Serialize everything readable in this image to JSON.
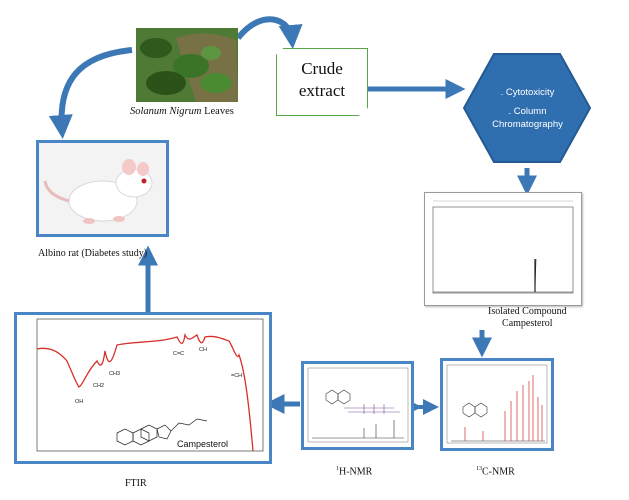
{
  "labels": {
    "leaves_italic": "Solanum Nigrum",
    "leaves_rest": " Leaves",
    "crude_line1": "Crude",
    "crude_line2": "extract",
    "hex_line1": ". Cytotoxicity",
    "hex_line2": ". Column",
    "hex_line3": "Chromatography",
    "rat": "Albino rat (Diabetes study)",
    "isolated_line1": "Isolated Compound",
    "isolated_line2": "Campesterol",
    "ftir": "FTIR",
    "hnmr_sup": "1",
    "hnmr": "H-NMR",
    "cnmr_sup": "13",
    "cnmr": "C-NMR",
    "campesterol": "Campesterol"
  },
  "colors": {
    "arrow": "#3c78b5",
    "hexagon": "#2f6fb0",
    "frame": "#4a86c5",
    "crude_border": "#57a64a",
    "spectrum": "#d6302c"
  },
  "ftir_peaks": [
    "OH",
    "CH2",
    "CH3",
    "C=C",
    "CH",
    "=CH"
  ]
}
